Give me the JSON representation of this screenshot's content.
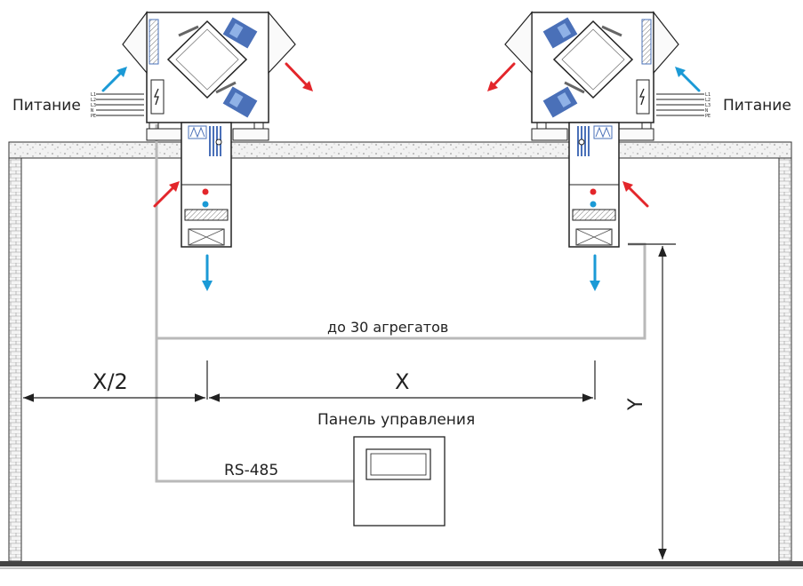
{
  "labels": {
    "power_left": "Питание",
    "power_right": "Питание",
    "max_units": "до 30 агрегатов",
    "dim_half": "X/2",
    "dim_full": "X",
    "dim_height": "Y",
    "panel": "Панель управления",
    "bus": "RS-485"
  },
  "terminals": [
    "L1",
    "L2",
    "L3",
    "N",
    "PE"
  ],
  "colors": {
    "supply_air": "#1b9ad6",
    "exhaust_air": "#e3262b",
    "cable": "#b9b9b9",
    "unit_fill": "#4a70b8",
    "line": "#222222"
  }
}
